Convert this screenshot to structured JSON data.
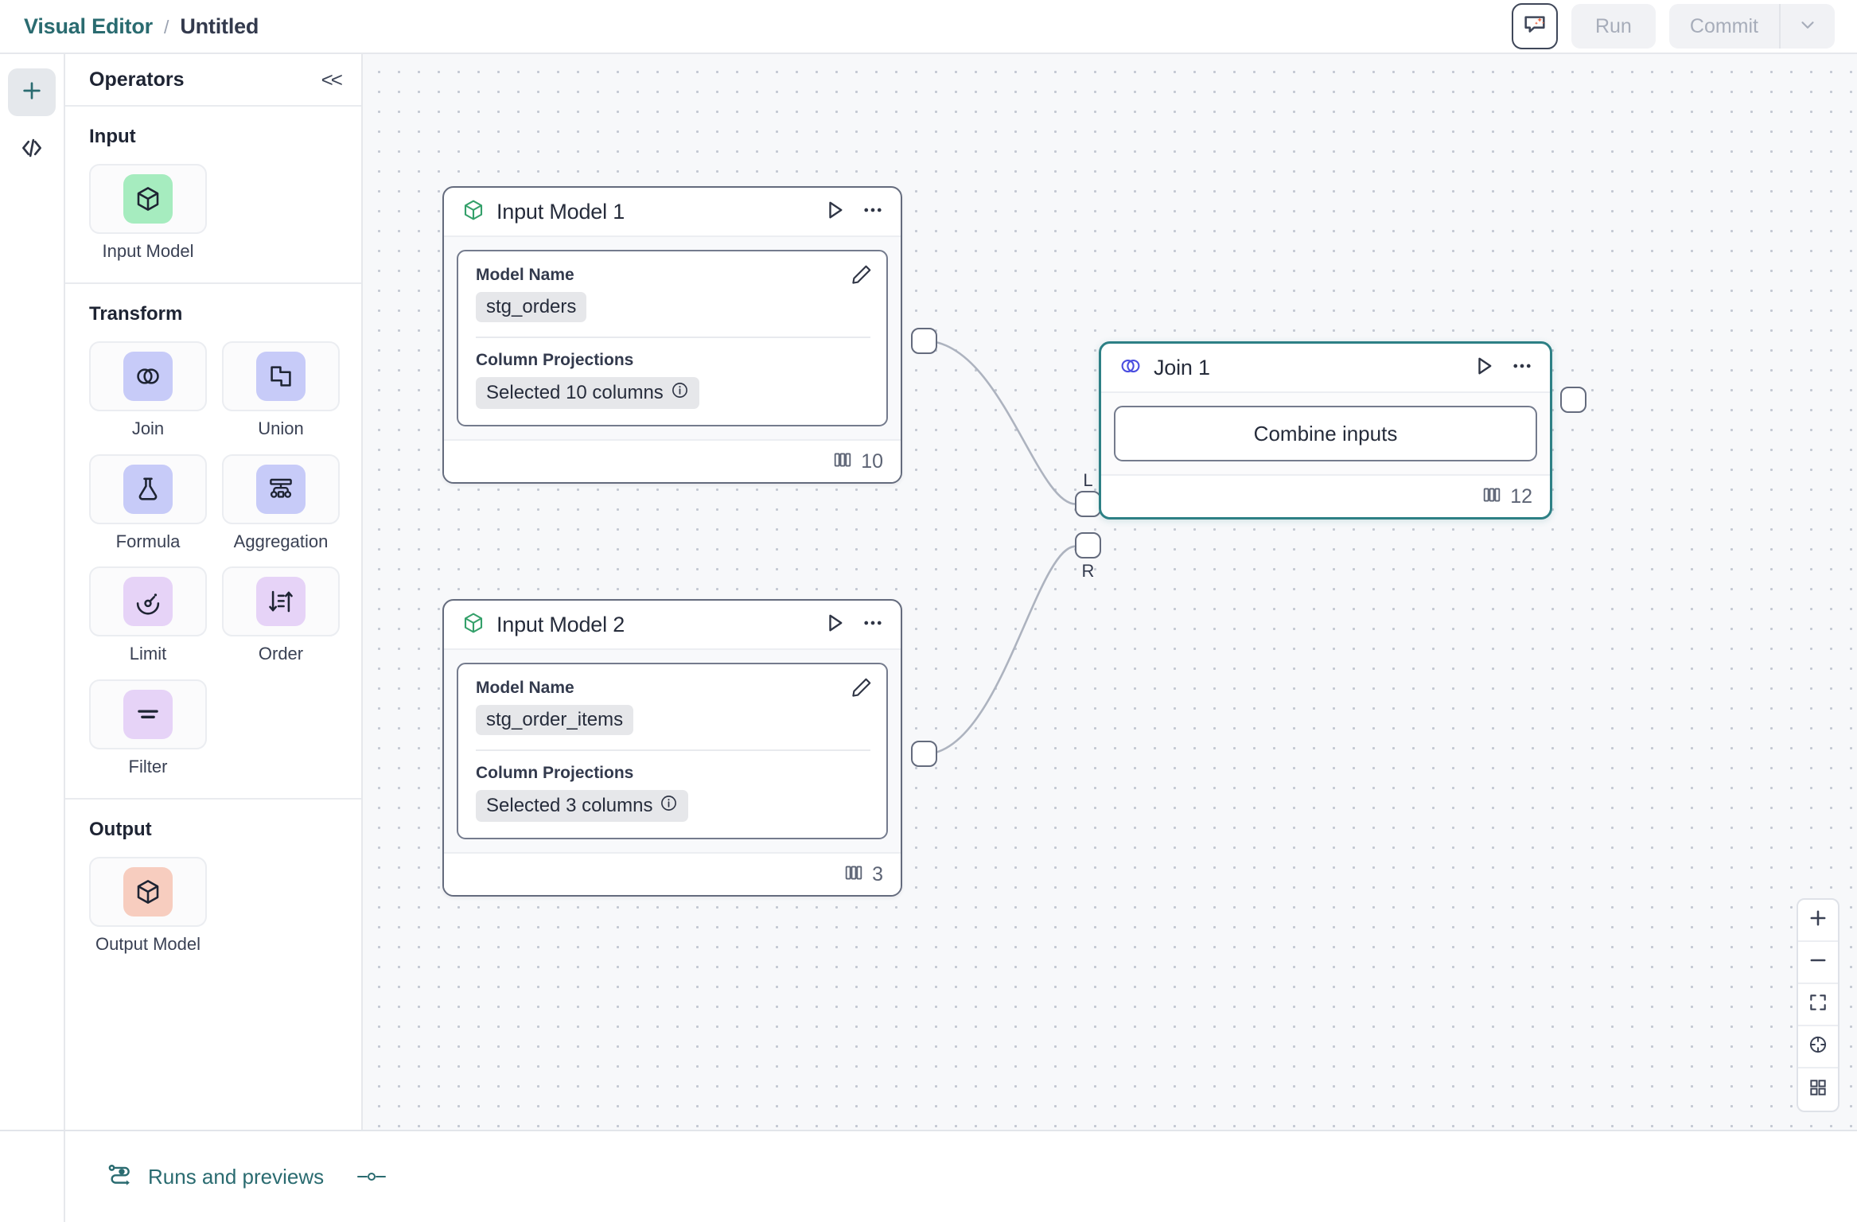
{
  "topbar": {
    "breadcrumb_root": "Visual Editor",
    "breadcrumb_separator": "/",
    "breadcrumb_current": "Untitled",
    "ai_button_icon": "ai-chat-sparkle-icon",
    "run_label": "Run",
    "commit_label": "Commit",
    "commit_caret_icon": "chevron-down-icon"
  },
  "rail": {
    "add_icon": "plus-icon",
    "code_icon": "code-brackets-icon",
    "code_label": "</>"
  },
  "operators_panel": {
    "title": "Operators",
    "collapse_label": "<<",
    "groups": [
      {
        "title": "Input",
        "items": [
          {
            "label": "Input Model",
            "icon": "cube-icon",
            "swatch": "#a6ecbf"
          }
        ]
      },
      {
        "title": "Transform",
        "items": [
          {
            "label": "Join",
            "icon": "overlapping-circles-icon",
            "swatch": "#c7cbf8"
          },
          {
            "label": "Union",
            "icon": "overlapping-squares-icon",
            "swatch": "#c7cbf8"
          },
          {
            "label": "Formula",
            "icon": "flask-icon",
            "swatch": "#c7cbf8"
          },
          {
            "label": "Aggregation",
            "icon": "hierarchy-icon",
            "swatch": "#c7cbf8"
          },
          {
            "label": "Limit",
            "icon": "gauge-icon",
            "swatch": "#e6d3f7"
          },
          {
            "label": "Order",
            "icon": "sort-arrows-icon",
            "swatch": "#e6d3f7"
          },
          {
            "label": "Filter",
            "icon": "filter-funnel-icon",
            "swatch": "#e6d3f7"
          }
        ]
      },
      {
        "title": "Output",
        "items": [
          {
            "label": "Output Model",
            "icon": "cube-icon",
            "swatch": "#f7cdbf"
          }
        ]
      }
    ]
  },
  "canvas": {
    "nodes": [
      {
        "id": "input-model-1",
        "title": "Input Model 1",
        "icon": "cube-icon",
        "icon_color": "#34a06a",
        "selected": false,
        "run_icon": "play-icon",
        "menu_icon": "ellipsis-icon",
        "edit_icon": "pencil-icon",
        "field_model_name_label": "Model Name",
        "field_model_name_value": "stg_orders",
        "field_projections_label": "Column Projections",
        "field_projections_value": "Selected 10 columns",
        "info_icon": "info-circle-icon",
        "footer_icon": "columns-icon",
        "footer_count": "10"
      },
      {
        "id": "input-model-2",
        "title": "Input Model 2",
        "icon": "cube-icon",
        "icon_color": "#34a06a",
        "selected": false,
        "run_icon": "play-icon",
        "menu_icon": "ellipsis-icon",
        "edit_icon": "pencil-icon",
        "field_model_name_label": "Model Name",
        "field_model_name_value": "stg_order_items",
        "field_projections_label": "Column Projections",
        "field_projections_value": "Selected 3 columns",
        "info_icon": "info-circle-icon",
        "footer_icon": "columns-icon",
        "footer_count": "3"
      },
      {
        "id": "join-1",
        "title": "Join 1",
        "icon": "overlapping-circles-icon",
        "icon_color": "#4b4ee0",
        "selected": true,
        "run_icon": "play-icon",
        "menu_icon": "ellipsis-icon",
        "action_label": "Combine inputs",
        "footer_icon": "columns-icon",
        "footer_count": "12"
      }
    ],
    "ports": {
      "left_label": "L",
      "right_label": "R"
    },
    "zoom_controls": [
      {
        "name": "zoom-in",
        "icon": "plus-icon"
      },
      {
        "name": "zoom-out",
        "icon": "minus-icon"
      },
      {
        "name": "fit-view",
        "icon": "fit-frame-icon"
      },
      {
        "name": "center-view",
        "icon": "crosshair-icon"
      },
      {
        "name": "minimap-toggle",
        "icon": "grid-squares-icon"
      }
    ]
  },
  "bottombar": {
    "runs_icon": "pipeline-flow-icon",
    "runs_label": "Runs and previews",
    "resize_handle_icon": "drag-handle-icon"
  },
  "colors": {
    "brand_teal": "#2a6b70",
    "selected_border": "#2d8085",
    "node_border": "#646b7d",
    "canvas_bg": "#f7f8fa",
    "chip_bg": "#e6e7ea"
  }
}
